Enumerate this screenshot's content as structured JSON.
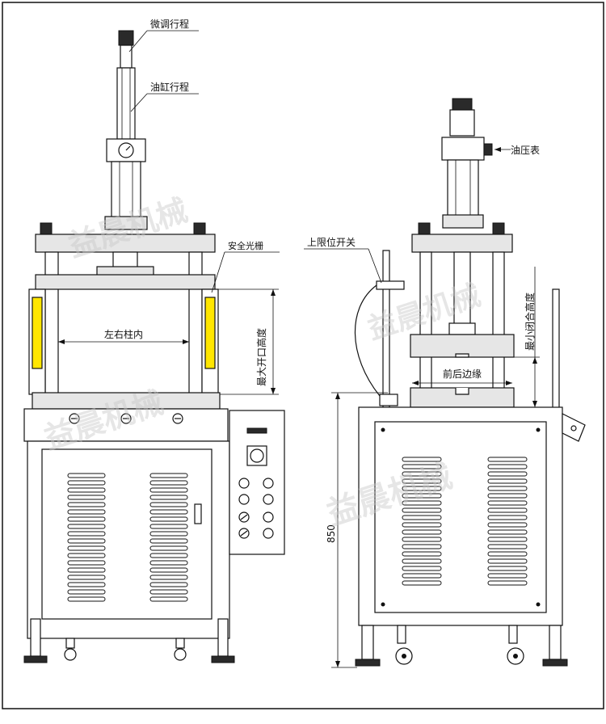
{
  "labels": {
    "fine_stroke": "微调行程",
    "cylinder_stroke": "油缸行程",
    "safety_light_curtain": "安全光栅",
    "left_right_column": "左右柱内",
    "max_opening_height": "最大开口高度",
    "pressure_gauge": "油压表",
    "upper_limit_switch": "上限位开关",
    "min_closing_height": "最小闭合高度",
    "front_back_edge": "前后边缘",
    "dim_850": "850"
  },
  "watermark": "益晨机械",
  "colors": {
    "line": "#111111",
    "panel": "#e6e6e6",
    "curtain": "#ffe600",
    "watermark": "#c9c9c9"
  }
}
